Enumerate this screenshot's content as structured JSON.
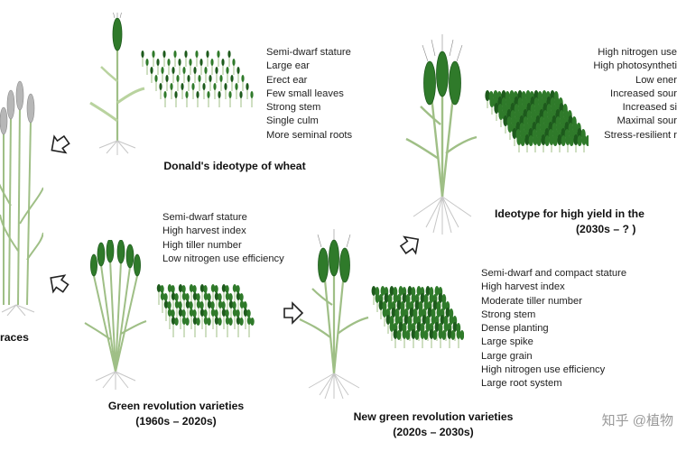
{
  "stages": {
    "landraces": {
      "caption": "races"
    },
    "donald": {
      "caption": "Donald's ideotype of wheat",
      "traits": [
        "Semi-dwarf stature",
        "Large ear",
        "Erect ear",
        "Few small leaves",
        "Strong stem",
        "Single culm",
        "More seminal roots"
      ]
    },
    "green_revolution": {
      "caption_line1": "Green revolution varieties",
      "caption_line2": "(1960s – 2020s)",
      "traits": [
        "Semi-dwarf stature",
        "High harvest index",
        "High tiller number",
        "Low nitrogen use efficiency"
      ]
    },
    "new_green_revolution": {
      "caption_line1": "New green revolution varieties",
      "caption_line2": "(2020s – 2030s)",
      "traits": [
        "Semi-dwarf and compact stature",
        "High harvest index",
        "Moderate tiller number",
        "Strong stem",
        "Dense planting",
        "Large spike",
        "Large grain",
        "High nitrogen use efficiency",
        "Large root system"
      ]
    },
    "high_yield": {
      "caption_line1": "Ideotype for high yield in the",
      "caption_line2": "(2030s – ? )",
      "traits": [
        "High nitrogen use",
        "High photosyntheti",
        "Low ener",
        "Increased sour",
        "Increased si",
        "Maximal sour",
        "Stress-resilient r"
      ]
    }
  },
  "watermark": "知乎 @植物",
  "colors": {
    "ear": "#2f7a2a",
    "ear_dark": "#1d5a1c",
    "stem": "#9fbf86",
    "leaf": "#b9d39f",
    "root": "#c6c6c6",
    "awn": "#888888"
  }
}
